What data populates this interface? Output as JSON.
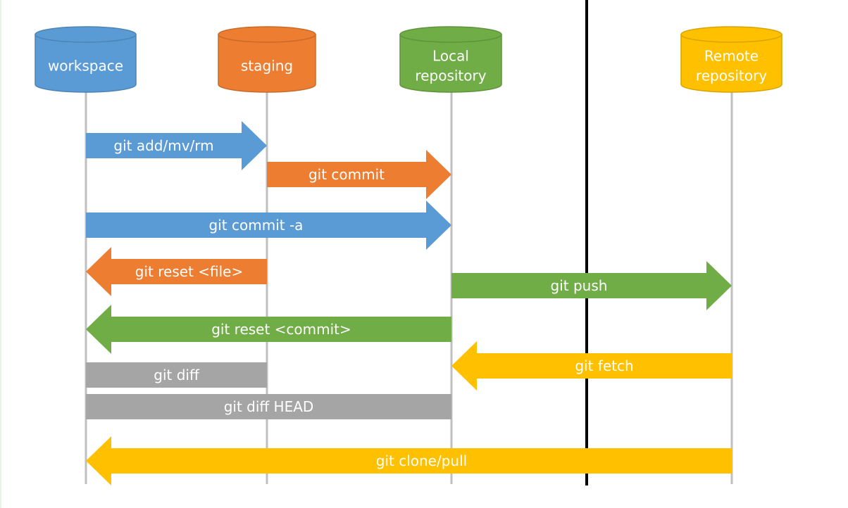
{
  "colors": {
    "workspace": "#5b9bd5",
    "staging": "#ed7d31",
    "local": "#70ad47",
    "remote": "#ffc000",
    "diff": "#a5a5a5",
    "lifeline": "#bfbfbf",
    "divider": "#000000"
  },
  "nodes": [
    {
      "id": "workspace",
      "lines": [
        "workspace"
      ],
      "color": "workspace"
    },
    {
      "id": "staging",
      "lines": [
        "staging"
      ],
      "color": "staging"
    },
    {
      "id": "local",
      "lines": [
        "Local",
        "repository"
      ],
      "color": "local"
    },
    {
      "id": "remote",
      "lines": [
        "Remote",
        "repository"
      ],
      "color": "remote"
    }
  ],
  "commands": [
    {
      "label": "git add/mv/rm",
      "from": "workspace",
      "to": "staging",
      "kind": "arrow",
      "color": "workspace"
    },
    {
      "label": "git commit",
      "from": "staging",
      "to": "local",
      "kind": "arrow",
      "color": "staging"
    },
    {
      "label": "git commit -a",
      "from": "workspace",
      "to": "local",
      "kind": "arrow",
      "color": "workspace"
    },
    {
      "label": "git reset <file>",
      "from": "staging",
      "to": "workspace",
      "kind": "arrow",
      "color": "staging"
    },
    {
      "label": "git push",
      "from": "local",
      "to": "remote",
      "kind": "arrow",
      "color": "local"
    },
    {
      "label": "git reset <commit>",
      "from": "local",
      "to": "workspace",
      "kind": "arrow",
      "color": "local"
    },
    {
      "label": "git fetch",
      "from": "remote",
      "to": "local",
      "kind": "arrow",
      "color": "remote"
    },
    {
      "label": "git diff",
      "from": "workspace",
      "to": "staging",
      "kind": "bar",
      "color": "diff"
    },
    {
      "label": "git diff HEAD",
      "from": "workspace",
      "to": "local",
      "kind": "bar",
      "color": "diff"
    },
    {
      "label": "git clone/pull",
      "from": "remote",
      "to": "workspace",
      "kind": "arrow",
      "color": "remote"
    }
  ]
}
